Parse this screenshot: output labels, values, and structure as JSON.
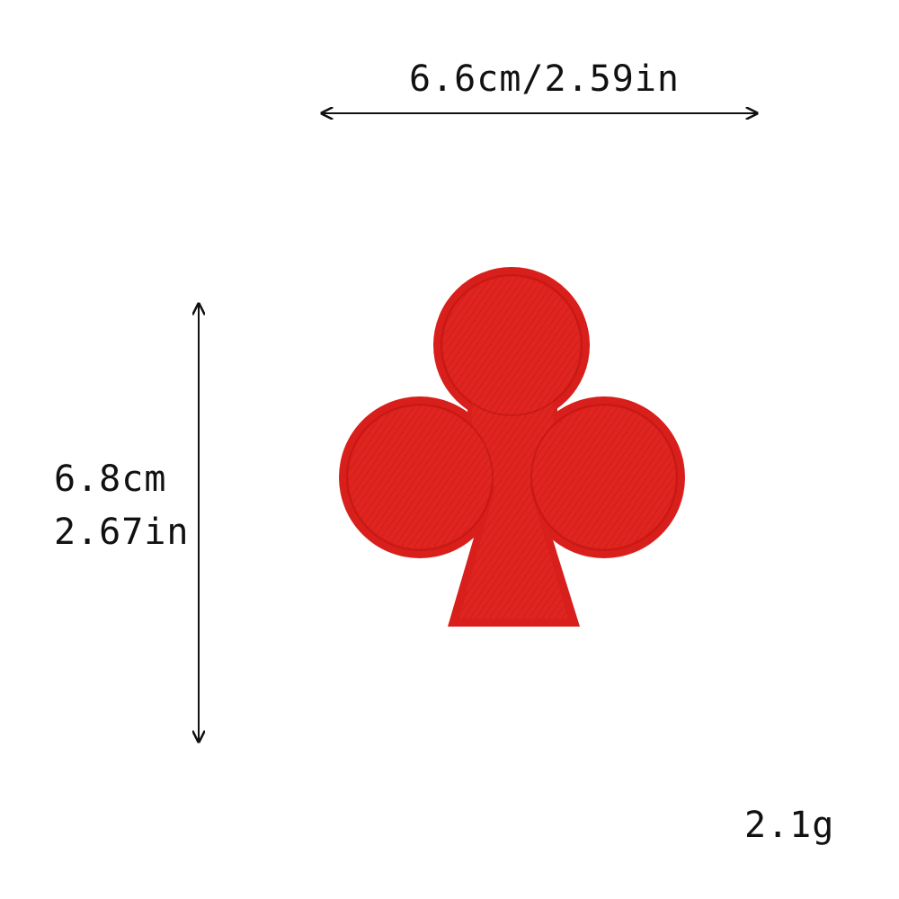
{
  "dimensions": {
    "width_label": "6.6cm/2.59in",
    "height_label_cm": "6.8cm",
    "height_label_in": "2.67in"
  },
  "weight_label": "2.1g",
  "product": {
    "icon": "club-suit-icon",
    "color": "#e5231f"
  }
}
